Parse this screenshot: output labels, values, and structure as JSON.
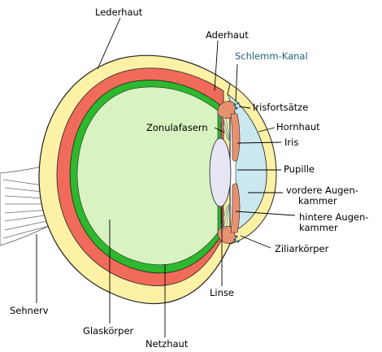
{
  "colors": {
    "sclera": "#fdf1a6",
    "choroid": "#f06b5a",
    "retina": "#2db82d",
    "vitreous": "#d8f2c2",
    "cornea": "#fdf1a6",
    "aqueous": "#cbe8f0",
    "lens": "#e6e6f4",
    "iris": "#e8916e",
    "schlemm": "#1f5f7a",
    "outline": "#222222"
  },
  "labels": {
    "lederhaut": "Lederhaut",
    "aderhaut": "Aderhaut",
    "schlemm_kanal": "Schlemm-Kanal",
    "irisfortsaetze": "Irisfortsätze",
    "hornhaut": "Hornhaut",
    "zonulafasern": "Zonulafasern",
    "iris": "Iris",
    "pupille": "Pupille",
    "vordere_augenkammer_1": "vordere Augen-",
    "vordere_augenkammer_2": "kammer",
    "hintere_augenkammer_1": "hintere Augen-",
    "hintere_augenkammer_2": "kammer",
    "ziliarkoerper": "Ziliarkörper",
    "linse": "Linse",
    "sehnerv": "Sehnerv",
    "glaskoerper": "Glaskörper",
    "netzhaut": "Netzhaut"
  }
}
